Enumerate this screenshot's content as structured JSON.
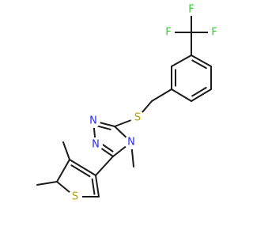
{
  "molecule": {
    "atoms": {
      "N1": {
        "label": "N",
        "color": "#2a2aff"
      },
      "N2": {
        "label": "N",
        "color": "#2a2aff"
      },
      "N4": {
        "label": "N",
        "color": "#2a2aff"
      },
      "S_link": {
        "label": "S",
        "color": "#b8a000"
      },
      "S_thio": {
        "label": "S",
        "color": "#b8a000"
      },
      "F1": {
        "label": "F",
        "color": "#33cc33"
      },
      "F2": {
        "label": "F",
        "color": "#33cc33"
      },
      "F3": {
        "label": "F",
        "color": "#33cc33"
      }
    },
    "bond_color": "#1a1a1a"
  }
}
